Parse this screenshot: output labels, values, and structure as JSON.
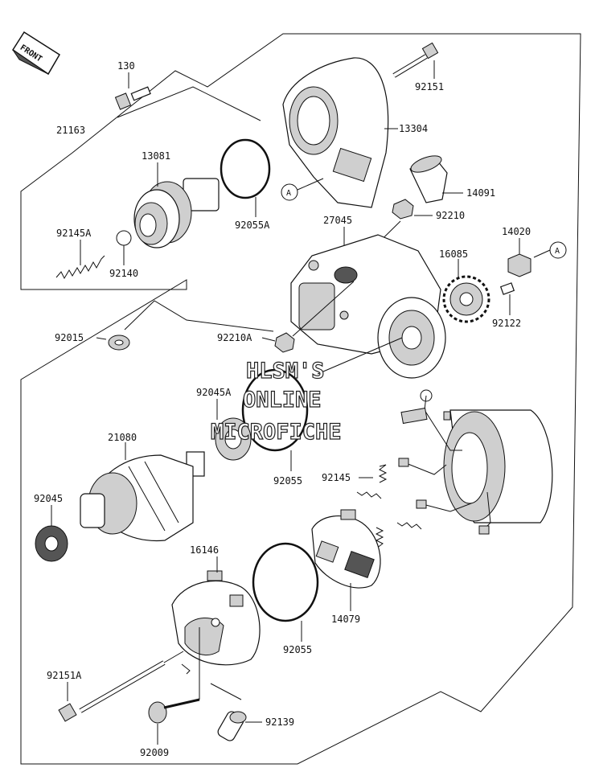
{
  "front_badge": "FRONT",
  "callout_letter": "A",
  "labels": {
    "p130": "130",
    "p92151": "92151",
    "p21163": "21163",
    "p13304": "13304",
    "p13081": "13081",
    "p92055A": "92055A",
    "p14091": "14091",
    "p27045": "27045",
    "p92210": "92210",
    "p92145A": "92145A",
    "p14020": "14020",
    "p16085": "16085",
    "p92140": "92140",
    "p92122": "92122",
    "p92015": "92015",
    "p92210A": "92210A",
    "p92045A": "92045A",
    "p21080": "21080",
    "p92055_upper": "92055",
    "p92145": "92145",
    "p92045": "92045",
    "p16146": "16146",
    "p14079": "14079",
    "p92055_lower": "92055",
    "p92151A": "92151A",
    "p92139": "92139",
    "p92009": "92009"
  },
  "watermark": {
    "line1": "HLSM'S",
    "line2": "ONLINE",
    "line3": "MICROFICHE"
  }
}
